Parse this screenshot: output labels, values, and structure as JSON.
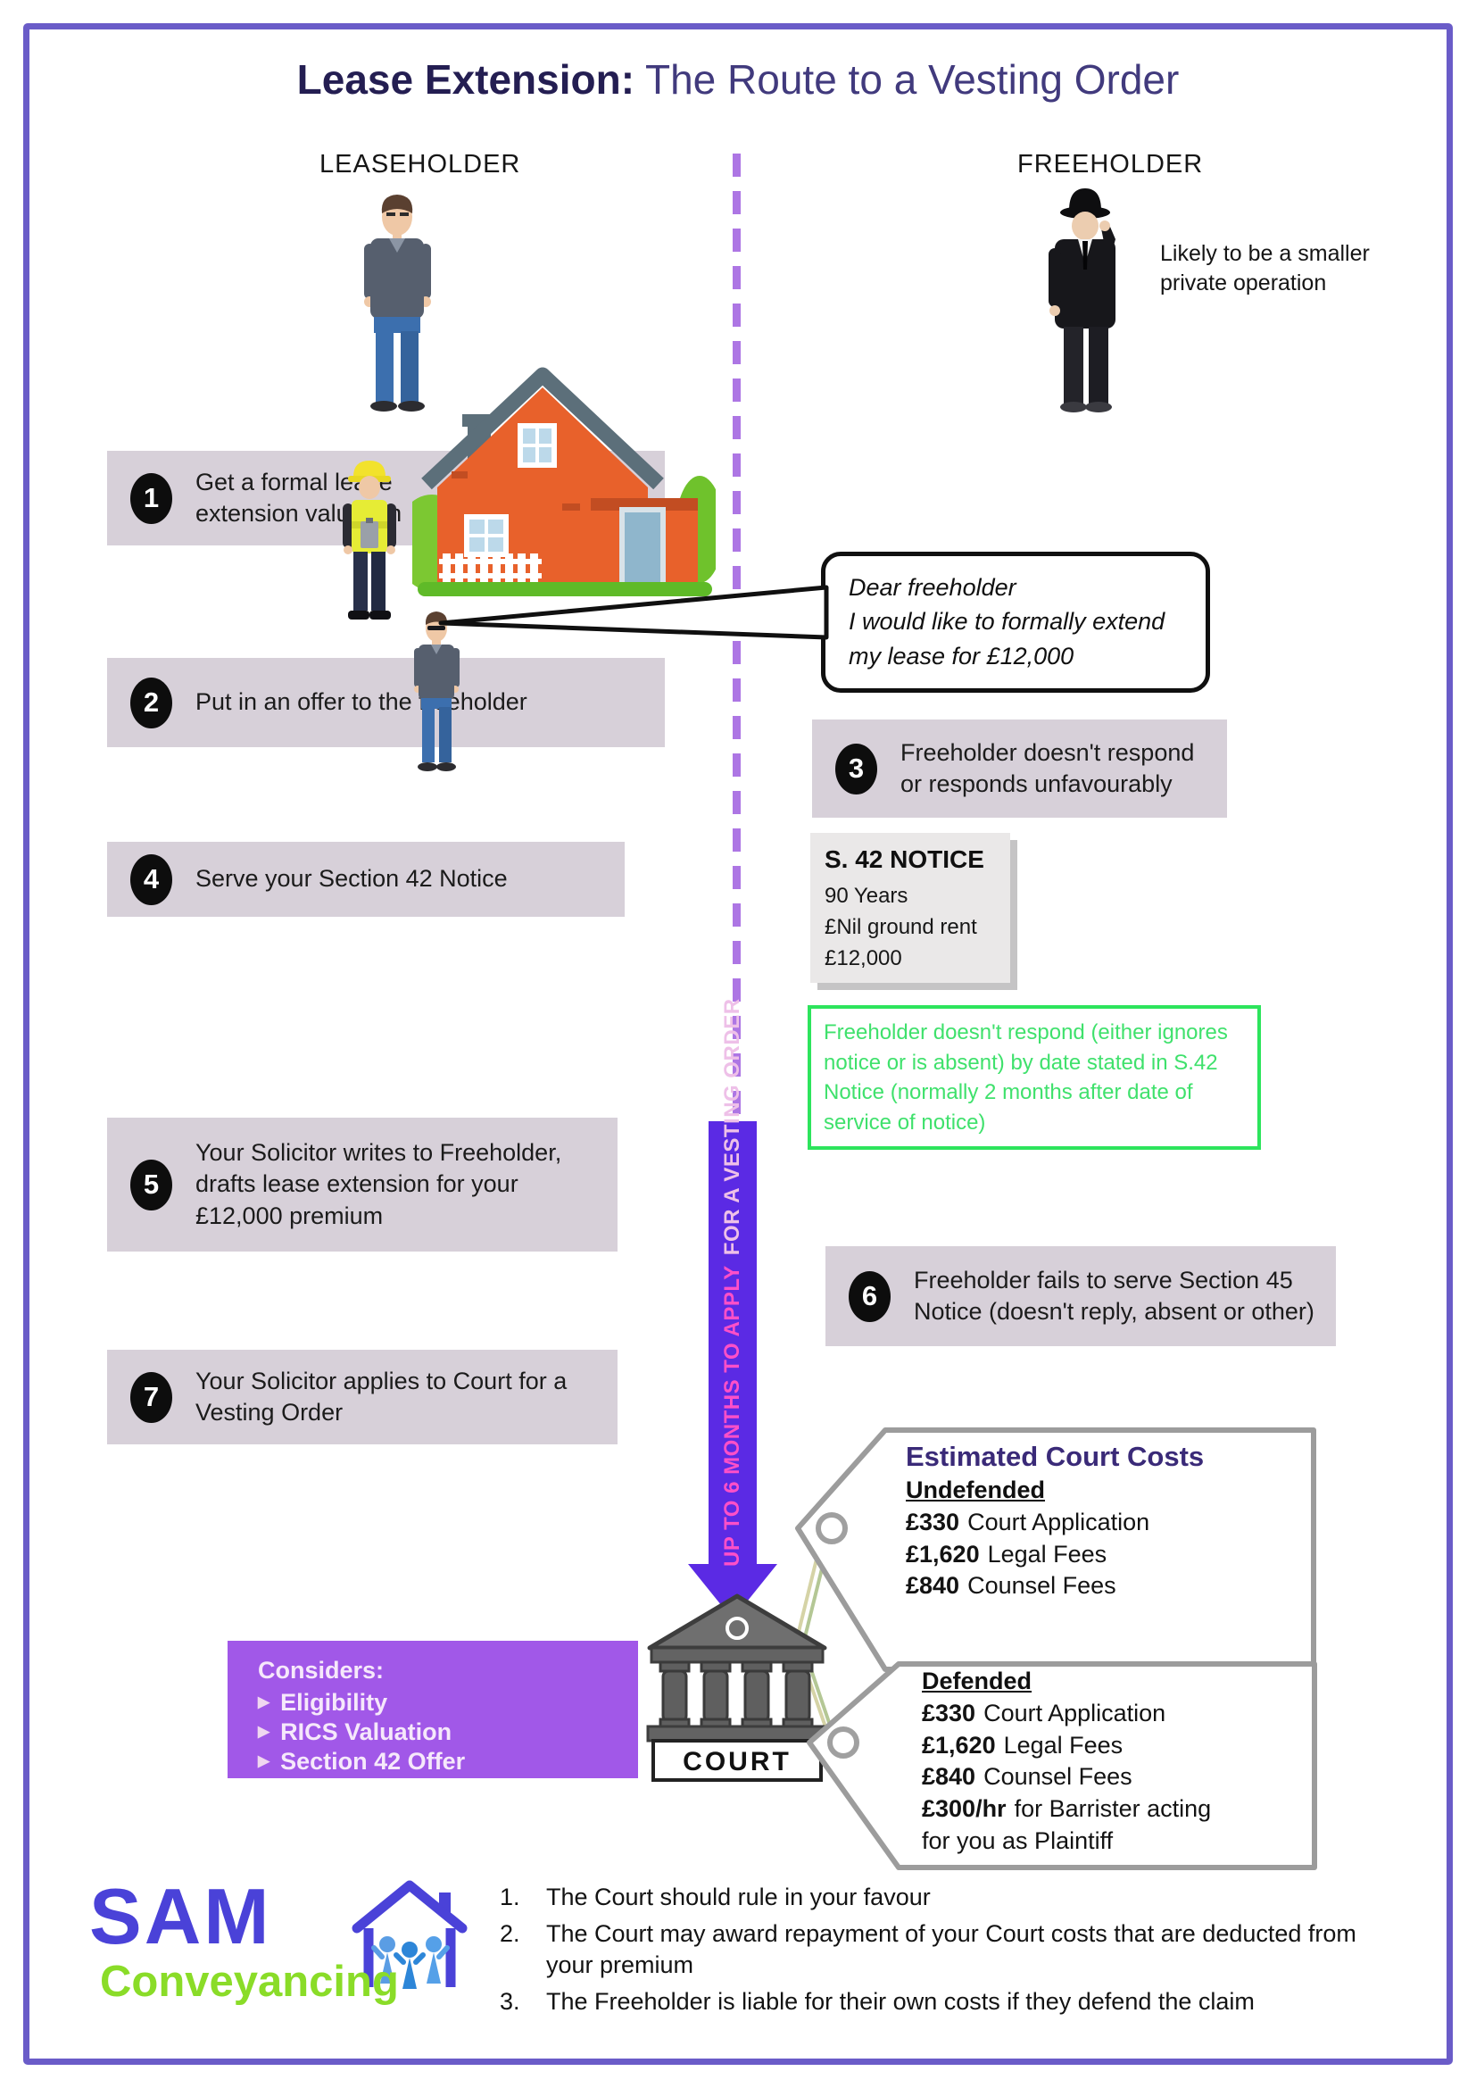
{
  "title": {
    "lead": "Lease Extension:",
    "rest": " The Route to a Vesting Order"
  },
  "columns": {
    "leaseholder": "LEASEHOLDER",
    "freeholder": "FREEHOLDER"
  },
  "freeholder_note": "Likely to be a smaller private operation",
  "steps": {
    "s1": {
      "num": "1",
      "text": "Get a formal lease extension valuation"
    },
    "s2": {
      "num": "2",
      "text": "Put in an offer to the freeholder"
    },
    "s3": {
      "num": "3",
      "text": "Freeholder doesn't respond or responds unfavourably"
    },
    "s4": {
      "num": "4",
      "text": "Serve your Section 42 Notice"
    },
    "s5": {
      "num": "5",
      "text": "Your Solicitor writes to Freeholder, drafts lease extension for your £12,000 premium"
    },
    "s6": {
      "num": "6",
      "text": "Freeholder fails to serve Section 45 Notice (doesn't reply, absent or other)"
    },
    "s7": {
      "num": "7",
      "text": "Your Solicitor applies to Court for a Vesting Order"
    }
  },
  "speech_bubble": {
    "lines": [
      "Dear freeholder",
      "I would like to formally extend",
      "my lease for £12,000"
    ]
  },
  "s42_notice": {
    "title": "S. 42 NOTICE",
    "lines": [
      "90 Years",
      "£Nil ground rent",
      "£12,000"
    ]
  },
  "green_note": "Freeholder doesn't respond (either ignores notice or is absent) by date stated in S.42 Notice (normally 2 months after date of service of notice)",
  "timeline_arrow": {
    "label_primary": "UP TO 6 MONTHS TO APPLY",
    "label_secondary": "FOR A VESTING ORDER"
  },
  "court": {
    "label": "COURT"
  },
  "considers": {
    "title": "Considers:",
    "bullet_icon": "▶",
    "items": [
      "Eligibility",
      "RICS Valuation",
      "Section 42 Offer"
    ]
  },
  "cost_tags": {
    "undefended": {
      "heading": "Estimated Court Costs",
      "subheading": "Undefended",
      "items": [
        {
          "amount": "£330",
          "label": "Court Application"
        },
        {
          "amount": "£1,620",
          "label": "Legal Fees"
        },
        {
          "amount": "£840",
          "label": "Counsel Fees"
        }
      ]
    },
    "defended": {
      "subheading": "Defended",
      "items": [
        {
          "amount": "£330",
          "label": "Court Application"
        },
        {
          "amount": "£1,620",
          "label": "Legal Fees"
        },
        {
          "amount": "£840",
          "label": "Counsel Fees"
        },
        {
          "amount": "£300/hr",
          "label": "for Barrister acting for you as Plaintiff"
        }
      ]
    }
  },
  "footnotes": [
    {
      "n": "1.",
      "text": "The Court should rule in your favour"
    },
    {
      "n": "2.",
      "text": "The Court may award repayment of your Court costs that are deducted from your premium"
    },
    {
      "n": "3.",
      "text": "The Freeholder is liable for their own costs if they defend the claim"
    }
  ],
  "logo": {
    "name": "SAM",
    "sub": "Conveyancing"
  },
  "colors": {
    "page_border": "#6a5cc8",
    "dashed_line": "#ad76e4",
    "arrow": "#5b2ae4",
    "arrow_text_primary": "#ff50c8",
    "arrow_text_secondary": "#eec0e8",
    "step_box": "#d7d0d9",
    "green_note": "#2de45c",
    "considers_box": "#a158e8",
    "tag_heading": "#3a2a78",
    "title_lead": "#241e52",
    "title_rest": "#413a7d",
    "logo_blue": "#4a42d8",
    "logo_green": "#8adc28",
    "house_orange": "#e8612b"
  }
}
